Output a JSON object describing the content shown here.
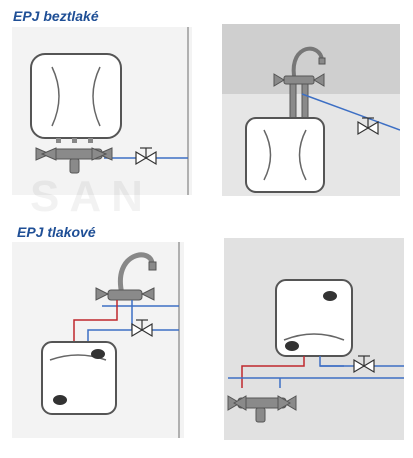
{
  "sections": [
    {
      "title": "EPJ beztlaké"
    },
    {
      "title": "EPJ tlakové"
    }
  ],
  "watermark": "SAN",
  "colors": {
    "heading": "#1f4f96",
    "panel_bg_light": "#f3f3f3",
    "panel_bg_gray": "#d9d9d9",
    "cold_pipe": "#3d6fc4",
    "hot_pipe": "#c0282d",
    "tank_outline": "#555555",
    "fixture": "#8a8a8a"
  },
  "icons": [
    "water-heater",
    "faucet",
    "mixer-tap",
    "shutoff-valve"
  ]
}
